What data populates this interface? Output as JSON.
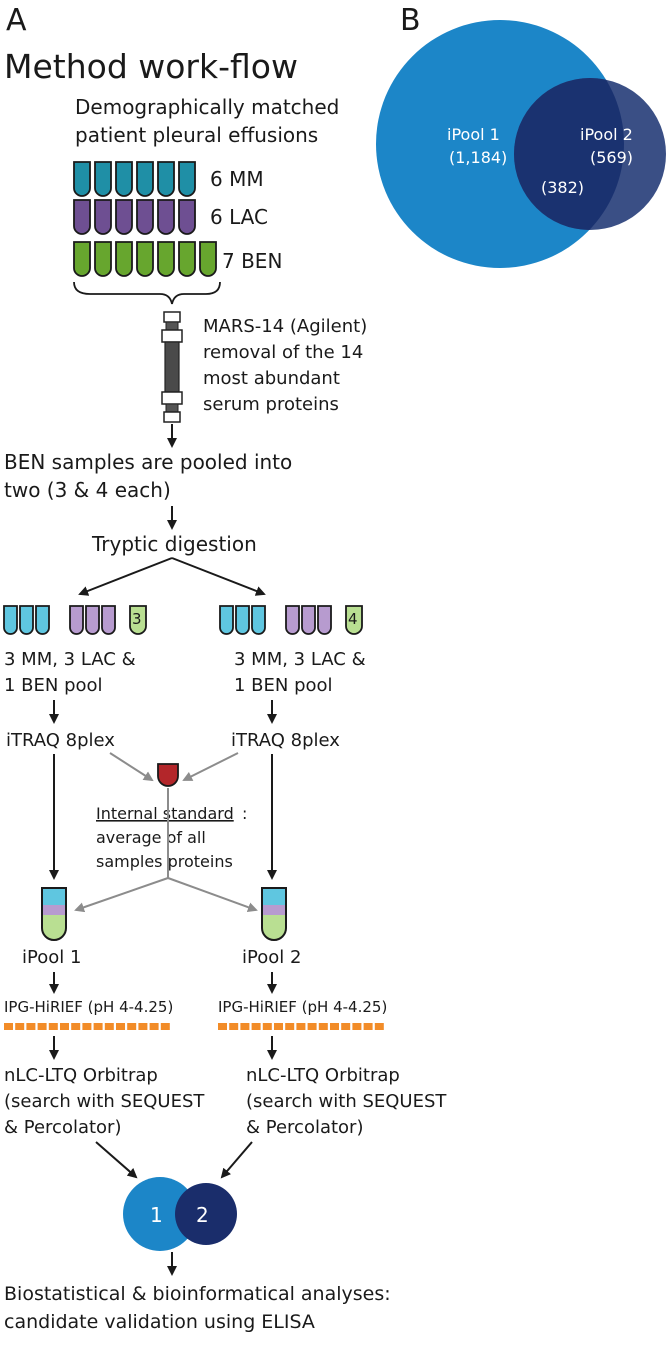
{
  "panel_a": {
    "letter": "A",
    "heading": "Method work-flow",
    "intro_line1": "Demographically matched",
    "intro_line2": "patient pleural effusions",
    "groups": [
      {
        "label": "6 MM",
        "count": 6,
        "color": "#1f8fa6"
      },
      {
        "label": "6 LAC",
        "count": 6,
        "color": "#6e4f92"
      },
      {
        "label": "7 BEN",
        "count": 7,
        "color": "#67a62e"
      }
    ],
    "mars_line1": "MARS-14 (Agilent)",
    "mars_line2": "removal of the 14",
    "mars_line3": "most abundant",
    "mars_line4": "serum proteins",
    "pool_line1": "BEN samples are pooled into",
    "pool_line2": "two (3 & 4 each)",
    "digestion": "Tryptic digestion",
    "left_pool_number": "3",
    "right_pool_number": "4",
    "mix_line1": "3 MM, 3 LAC &",
    "mix_line2": "1 BEN pool",
    "itraq": "iTRAQ 8plex",
    "internal_standard_title": "Internal standard",
    "internal_standard_colon": ":",
    "internal_standard_line2": "average of all",
    "internal_standard_line3": "samples proteins",
    "ipool1": "iPool 1",
    "ipool2": "iPool 2",
    "hirief": "IPG-HiRIEF (pH 4-4.25)",
    "orbitrap_line1": "nLC-LTQ Orbitrap",
    "orbitrap_line2": "(search with SEQUEST",
    "orbitrap_line3": "& Percolator)",
    "circle1": "1",
    "circle2": "2",
    "final_line1": "Biostatistical & bioinformatical analyses:",
    "final_line2": "candidate validation using ELISA"
  },
  "panel_b": {
    "letter": "B",
    "set1_label": "iPool 1",
    "set1_count": "(1,184)",
    "set2_label": "iPool 2",
    "set2_count": "(569)",
    "overlap_count": "(382)",
    "colors": {
      "set1": "#1c86c8",
      "set2": "#3a4f85",
      "overlap": "#1a3270"
    }
  },
  "colors": {
    "mm_light": "#5fc6e0",
    "lac_light": "#b79bcf",
    "ben_light": "#b9df92",
    "internal_standard": "#b3262a",
    "hirief_strip": "#f28c28",
    "circle1": "#1c86c8",
    "circle2": "#1a2d6b"
  }
}
